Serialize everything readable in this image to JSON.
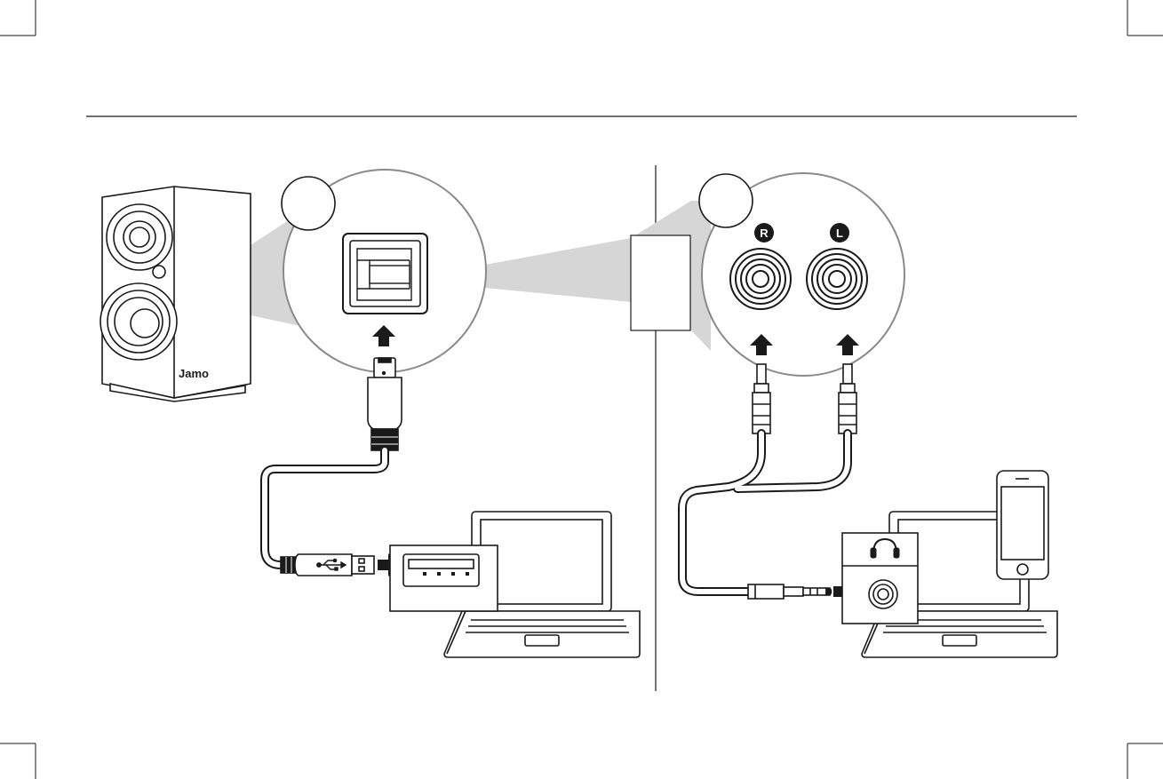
{
  "brand": {
    "logo_text": "Jamo"
  },
  "channels": {
    "right_label": "R",
    "left_label": "L"
  },
  "icons": {
    "usb": "usb-icon",
    "headphone": "headphone-icon",
    "arrow": "arrow-up-icon"
  },
  "colors": {
    "line": "#1a1a1a",
    "zoom_fill": "#d6d6d6",
    "background": "#ffffff"
  }
}
